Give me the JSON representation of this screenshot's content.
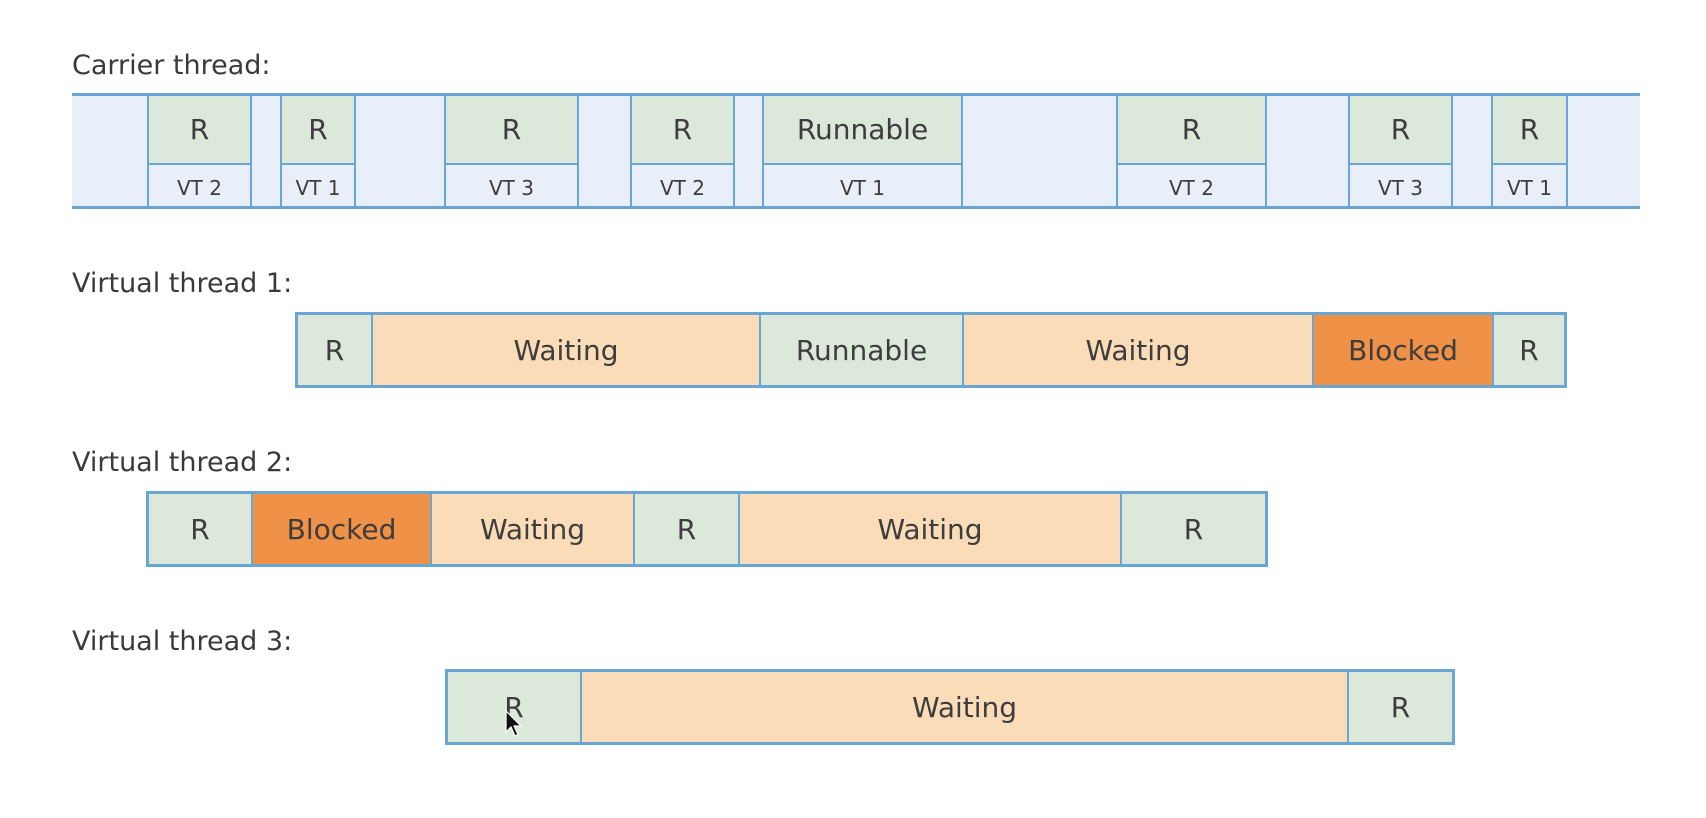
{
  "labels": {
    "carrier": "Carrier thread:",
    "vt1": "Virtual thread 1:",
    "vt2": "Virtual thread 2:",
    "vt3": "Virtual thread 3:"
  },
  "carrier_slots": [
    {
      "state": "R",
      "owner": "VT 2"
    },
    {
      "state": "R",
      "owner": "VT 1"
    },
    {
      "state": "R",
      "owner": "VT 3"
    },
    {
      "state": "R",
      "owner": "VT 2"
    },
    {
      "state": "Runnable",
      "owner": "VT 1"
    },
    {
      "state": "R",
      "owner": "VT 2"
    },
    {
      "state": "R",
      "owner": "VT 3"
    },
    {
      "state": "R",
      "owner": "VT 1"
    }
  ],
  "vt1_segments": [
    {
      "label": "R",
      "kind": "running"
    },
    {
      "label": "Waiting",
      "kind": "waiting"
    },
    {
      "label": "Runnable",
      "kind": "running"
    },
    {
      "label": "Waiting",
      "kind": "waiting"
    },
    {
      "label": "Blocked",
      "kind": "blocked"
    },
    {
      "label": "R",
      "kind": "running"
    }
  ],
  "vt2_segments": [
    {
      "label": "R",
      "kind": "running"
    },
    {
      "label": "Blocked",
      "kind": "blocked"
    },
    {
      "label": "Waiting",
      "kind": "waiting"
    },
    {
      "label": "R",
      "kind": "running"
    },
    {
      "label": "Waiting",
      "kind": "waiting"
    },
    {
      "label": "R",
      "kind": "running"
    }
  ],
  "vt3_segments": [
    {
      "label": "R",
      "kind": "running"
    },
    {
      "label": "Waiting",
      "kind": "waiting"
    },
    {
      "label": "R",
      "kind": "running"
    }
  ],
  "colors": {
    "border": "#6aa6d3",
    "running": "#dbe8da",
    "waiting": "#fbdcb8",
    "blocked": "#ef9146",
    "track": "#e8eff9"
  },
  "icons": {
    "pointer": "mouse-pointer-icon"
  }
}
